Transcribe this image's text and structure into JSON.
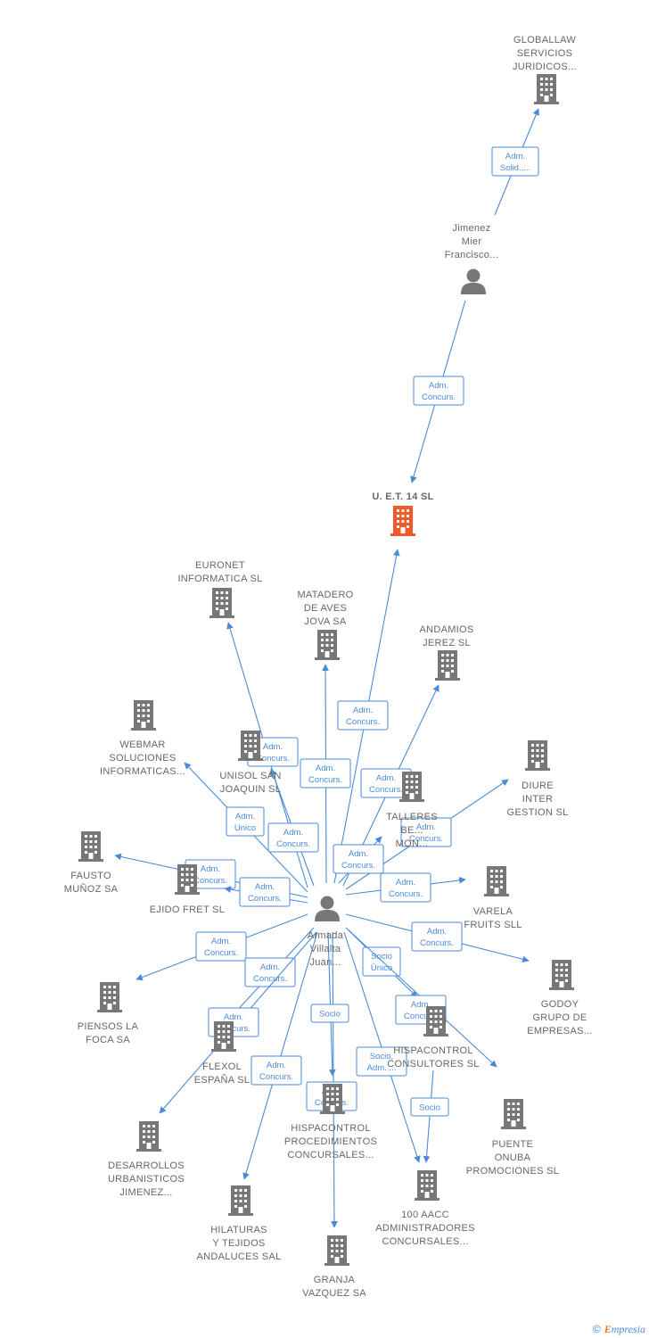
{
  "colors": {
    "company": "#777777",
    "focus_company": "#f05a28",
    "person": "#777777",
    "edge": "#4a8ad8"
  },
  "footer": {
    "copyright": "©",
    "brand_initial": "E",
    "brand_rest": "mpresia"
  },
  "nodes": [
    {
      "id": "globallaw",
      "type": "company",
      "lines": [
        "GLOBALLAW",
        "SERVICIOS",
        "JURIDICOS..."
      ]
    },
    {
      "id": "jimenez",
      "type": "person",
      "lines": [
        "Jimenez",
        "Mier",
        "Francisco..."
      ]
    },
    {
      "id": "uet14",
      "type": "company",
      "focus": true,
      "lines": [
        "U. E.T. 14 SL"
      ]
    },
    {
      "id": "euronet",
      "type": "company",
      "lines": [
        "EURONET",
        "INFORMATICA SL"
      ]
    },
    {
      "id": "matadero",
      "type": "company",
      "lines": [
        "MATADERO",
        "DE AVES",
        "JOVA SA"
      ]
    },
    {
      "id": "andamios",
      "type": "company",
      "lines": [
        "ANDAMIOS",
        "JEREZ SL"
      ]
    },
    {
      "id": "webmar",
      "type": "company",
      "lines": [
        "WEBMAR",
        "SOLUCIONES",
        "INFORMATICAS..."
      ]
    },
    {
      "id": "unisol",
      "type": "company",
      "lines": [
        "UNISOL SAN",
        "JOAQUIN SL"
      ]
    },
    {
      "id": "diure",
      "type": "company",
      "lines": [
        "DIURE",
        "INTER",
        "GESTION SL"
      ]
    },
    {
      "id": "talleres",
      "type": "company",
      "lines": [
        "TALLERES",
        "BE...",
        "MON..."
      ]
    },
    {
      "id": "fausto",
      "type": "company",
      "lines": [
        "FAUSTO",
        "MUÑOZ SA"
      ]
    },
    {
      "id": "ejido",
      "type": "company",
      "lines": [
        "EJIDO FRET SL"
      ]
    },
    {
      "id": "varela",
      "type": "company",
      "lines": [
        "VARELA",
        "FRUITS SLL"
      ]
    },
    {
      "id": "armada",
      "type": "person",
      "lines": [
        "Armada",
        "Villalta",
        "Juan..."
      ]
    },
    {
      "id": "godoy",
      "type": "company",
      "lines": [
        "GODOY",
        "GRUPO DE",
        "EMPRESAS..."
      ]
    },
    {
      "id": "piensos",
      "type": "company",
      "lines": [
        "PIENSOS LA",
        "FOCA SA"
      ]
    },
    {
      "id": "flexol",
      "type": "company",
      "lines": [
        "FLEXOL",
        "ESPAÑA SL"
      ]
    },
    {
      "id": "hispaconsult",
      "type": "company",
      "lines": [
        "HISPACONTROL",
        "CONSULTORES SL"
      ]
    },
    {
      "id": "puente",
      "type": "company",
      "lines": [
        "PUENTE",
        "ONUBA",
        "PROMOCIONES SL"
      ]
    },
    {
      "id": "desarrollos",
      "type": "company",
      "lines": [
        "DESARROLLOS",
        "URBANISTICOS",
        "JIMENEZ..."
      ]
    },
    {
      "id": "hispaproc",
      "type": "company",
      "lines": [
        "HISPACONTROL",
        "PROCEDIMIENTOS",
        "CONCURSALES..."
      ]
    },
    {
      "id": "aacc100",
      "type": "company",
      "lines": [
        "100 AACC",
        "ADMINISTRADORES",
        "CONCURSALES..."
      ]
    },
    {
      "id": "hilaturas",
      "type": "company",
      "lines": [
        "HILATURAS",
        "Y TEJIDOS",
        "ANDALUCES SAL"
      ]
    },
    {
      "id": "granja",
      "type": "company",
      "lines": [
        "GRANJA",
        "VAZQUEZ SA"
      ]
    }
  ],
  "edges": [
    {
      "id": "e-jim-glob",
      "lines": [
        "Adm.",
        "Solid.,..."
      ]
    },
    {
      "id": "e-jim-uet",
      "lines": [
        "Adm.",
        "Concurs."
      ]
    },
    {
      "id": "e-arm-uet",
      "lines": [
        "Adm.",
        "Concurs."
      ]
    },
    {
      "id": "e-arm-euronet",
      "lines": [
        "Adm.",
        "Concurs."
      ]
    },
    {
      "id": "e-arm-matadero",
      "lines": [
        "Adm.",
        "Concurs."
      ]
    },
    {
      "id": "e-arm-andamios",
      "lines": [
        "Adm.",
        "Concurs."
      ]
    },
    {
      "id": "e-arm-webmar",
      "lines": [
        "Adm.",
        "Unico"
      ]
    },
    {
      "id": "e-arm-unisol",
      "lines": [
        "Adm.",
        "Concurs."
      ]
    },
    {
      "id": "e-arm-diure",
      "lines": [
        "Adm.",
        "Concurs."
      ]
    },
    {
      "id": "e-arm-talleres",
      "lines": [
        "Adm.",
        "Concurs."
      ]
    },
    {
      "id": "e-arm-fausto",
      "lines": [
        "Adm.",
        "Concurs."
      ]
    },
    {
      "id": "e-arm-ejido",
      "lines": [
        "Adm.",
        "Concurs."
      ]
    },
    {
      "id": "e-arm-varela",
      "lines": [
        "Adm.",
        "Concurs."
      ]
    },
    {
      "id": "e-arm-godoy",
      "lines": [
        "Adm.",
        "Concurs."
      ]
    },
    {
      "id": "e-arm-piensos",
      "lines": [
        "Adm.",
        "Concurs."
      ]
    },
    {
      "id": "e-arm-flexol",
      "lines": [
        "Adm.",
        "Concurs."
      ]
    },
    {
      "id": "e-arm-desarrollos",
      "lines": [
        "Adm.",
        "Concurs."
      ]
    },
    {
      "id": "e-arm-hilaturas",
      "lines": [
        "Adm.",
        "Concurs."
      ]
    },
    {
      "id": "e-arm-granja",
      "lines": [
        "Adm.",
        "Concurs."
      ]
    },
    {
      "id": "e-arm-hispaproc",
      "lines": [
        "Socio"
      ]
    },
    {
      "id": "e-arm-hispaconsult",
      "lines": [
        "Socio",
        "Único"
      ]
    },
    {
      "id": "e-arm-puente",
      "lines": [
        "Adm.",
        "Concurs."
      ]
    },
    {
      "id": "e-arm-aacc",
      "lines": [
        "Socio,",
        "Adm. ..."
      ]
    },
    {
      "id": "e-hispaconsult-aacc",
      "lines": [
        "Socio"
      ]
    }
  ]
}
